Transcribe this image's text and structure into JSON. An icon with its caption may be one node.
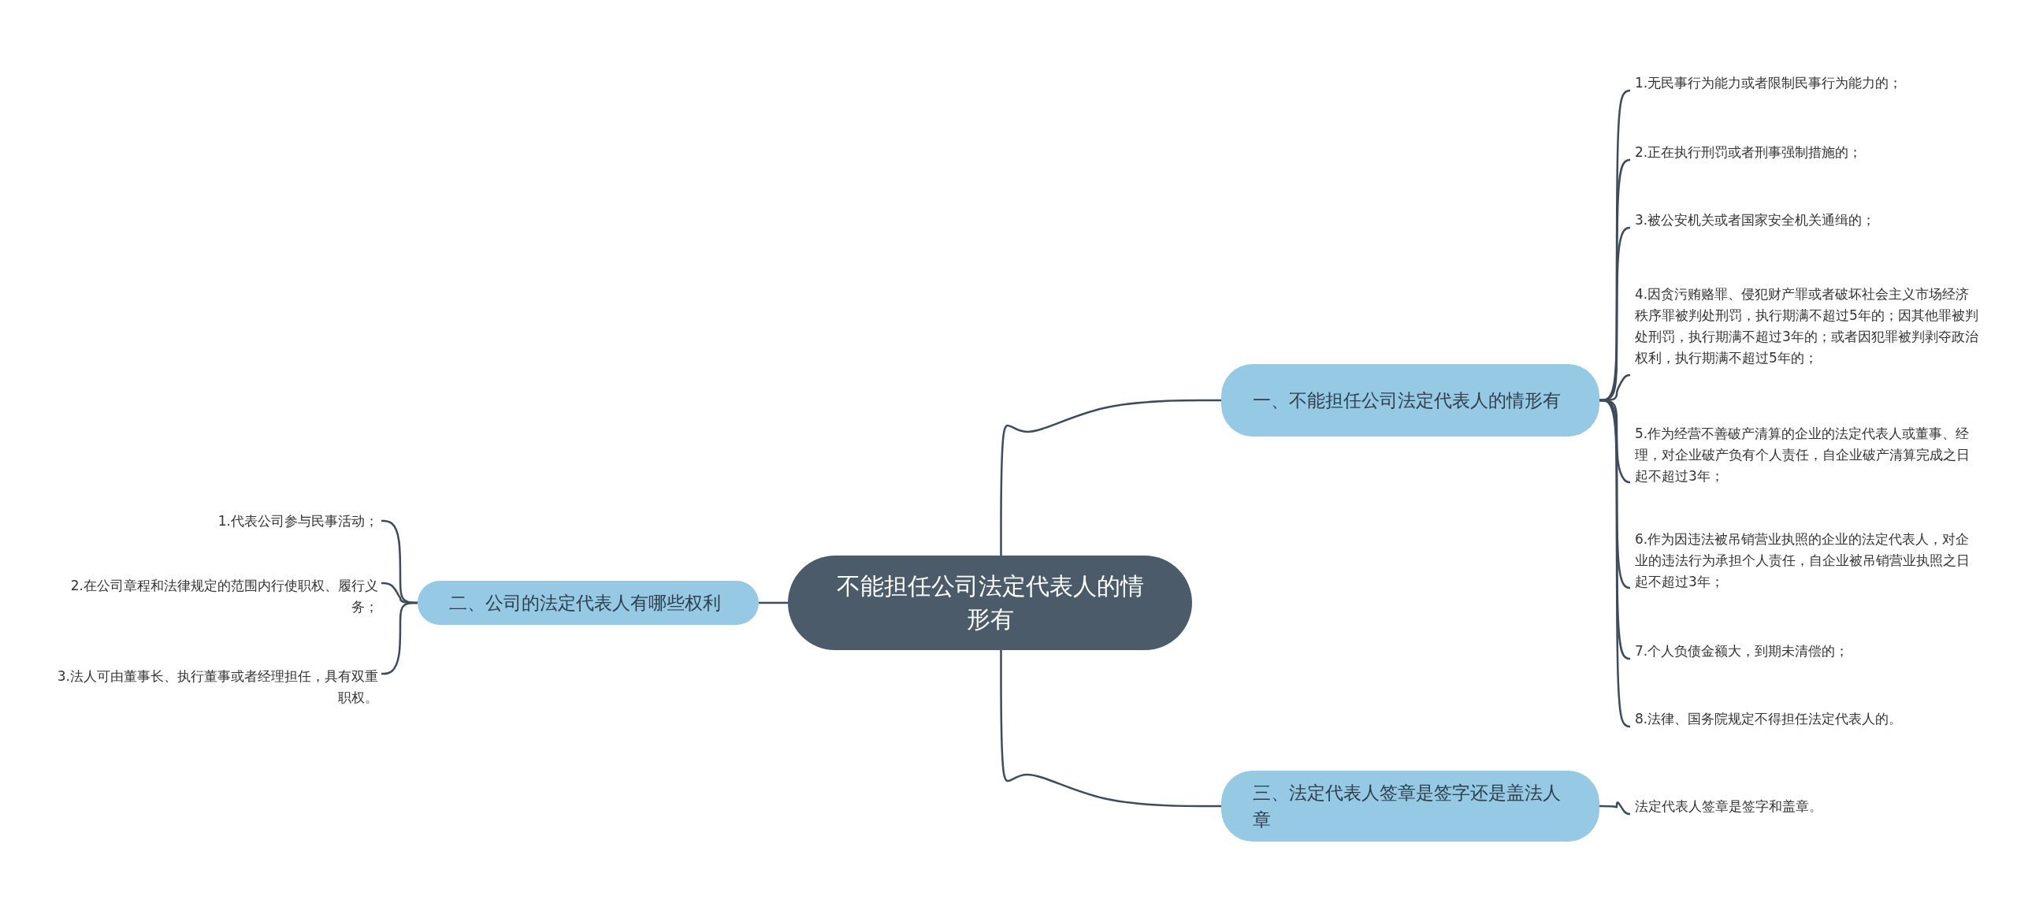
{
  "diagram": {
    "nodes": [
      {
        "text": [
          "不能担任公司法定代表人的情形有"
        ]
      },
      {
        "text": [
          "一、不能担任公司法定代表人的情形有"
        ]
      },
      {
        "text": [
          "1.无民事行为能力或者限制民事行为能力的；"
        ]
      },
      {
        "text": [
          "2.正在执行刑罚或者刑事强制措施的；"
        ]
      },
      {
        "text": [
          "3.被公安机关或者国家安全机关通缉的；"
        ]
      },
      {
        "text": [
          "4.因贪污贿赂罪、侵犯财产罪或者破坏社会主义市场经济秩序罪被判处刑罚，执行期满不超过5年的；因其他罪被判处刑罚，执行期满不超过3年的；或者因犯罪被判剥夺政治权利，执行期满不超过5年的；"
        ]
      },
      {
        "text": [
          "5.作为经营不善破产清算的企业的法定代表人或董事、经理，对企业破产负有个人责任，自企业破产清算完成之日起不超过3年；"
        ]
      },
      {
        "text": [
          "6.作为因违法被吊销营业执照的企业的法定代表人，对企业的违法行为承担个人责任，自企业被吊销营业执照之日起不超过3年；"
        ]
      },
      {
        "text": [
          "7.个人负债金额大，到期未清偿的；"
        ]
      },
      {
        "text": [
          "8.法律、国务院规定不得担任法定代表人的。"
        ]
      },
      {
        "text": [
          "二、公司的法定代表人有哪些权利"
        ]
      },
      {
        "text": [
          "1.代表公司参与民事活动；"
        ]
      },
      {
        "text": [
          "2.在公司章程和法律规定的范围内行使职权、履行义务；"
        ]
      },
      {
        "text": [
          "3.法人可由董事长、执行董事或者经理担任，具有双重职权。"
        ]
      },
      {
        "text": [
          "三、法定代表人签章是签字还是盖法人章"
        ]
      },
      {
        "text": [
          "法定代表人签章是签字和盖章。"
        ]
      }
    ],
    "edges": [
      {
        "from": 0,
        "to": 1,
        "arrow": "none"
      },
      {
        "from": 1,
        "to": 2,
        "arrow": "none"
      },
      {
        "from": 1,
        "to": 3,
        "arrow": "none"
      },
      {
        "from": 1,
        "to": 4,
        "arrow": "none"
      },
      {
        "from": 1,
        "to": 5,
        "arrow": "none"
      },
      {
        "from": 1,
        "to": 6,
        "arrow": "none"
      },
      {
        "from": 1,
        "to": 7,
        "arrow": "none"
      },
      {
        "from": 1,
        "to": 8,
        "arrow": "none"
      },
      {
        "from": 1,
        "to": 9,
        "arrow": "none"
      },
      {
        "from": 0,
        "to": 10,
        "arrow": "none"
      },
      {
        "from": 10,
        "to": 11,
        "arrow": "none"
      },
      {
        "from": 10,
        "to": 12,
        "arrow": "none"
      },
      {
        "from": 10,
        "to": 13,
        "arrow": "none"
      },
      {
        "from": 0,
        "to": 14,
        "arrow": "none"
      },
      {
        "from": 14,
        "to": 15,
        "arrow": "none"
      }
    ]
  }
}
